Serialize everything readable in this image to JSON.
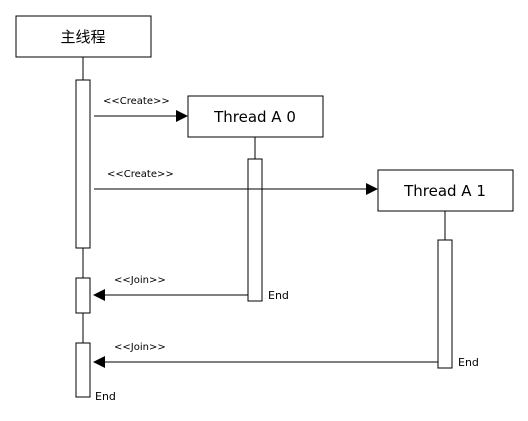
{
  "diagram": {
    "lifelines": {
      "main": {
        "label": "主线程"
      },
      "thread_a0": {
        "label": "Thread A 0"
      },
      "thread_a1": {
        "label": "Thread A 1"
      }
    },
    "messages": {
      "create_a0": "<<Create>>",
      "create_a1": "<<Create>>",
      "join_a0": "<<Join>>",
      "join_a1": "<<Join>>"
    },
    "end_labels": {
      "thread_a0": "End",
      "thread_a1": "End",
      "main": "End"
    }
  }
}
